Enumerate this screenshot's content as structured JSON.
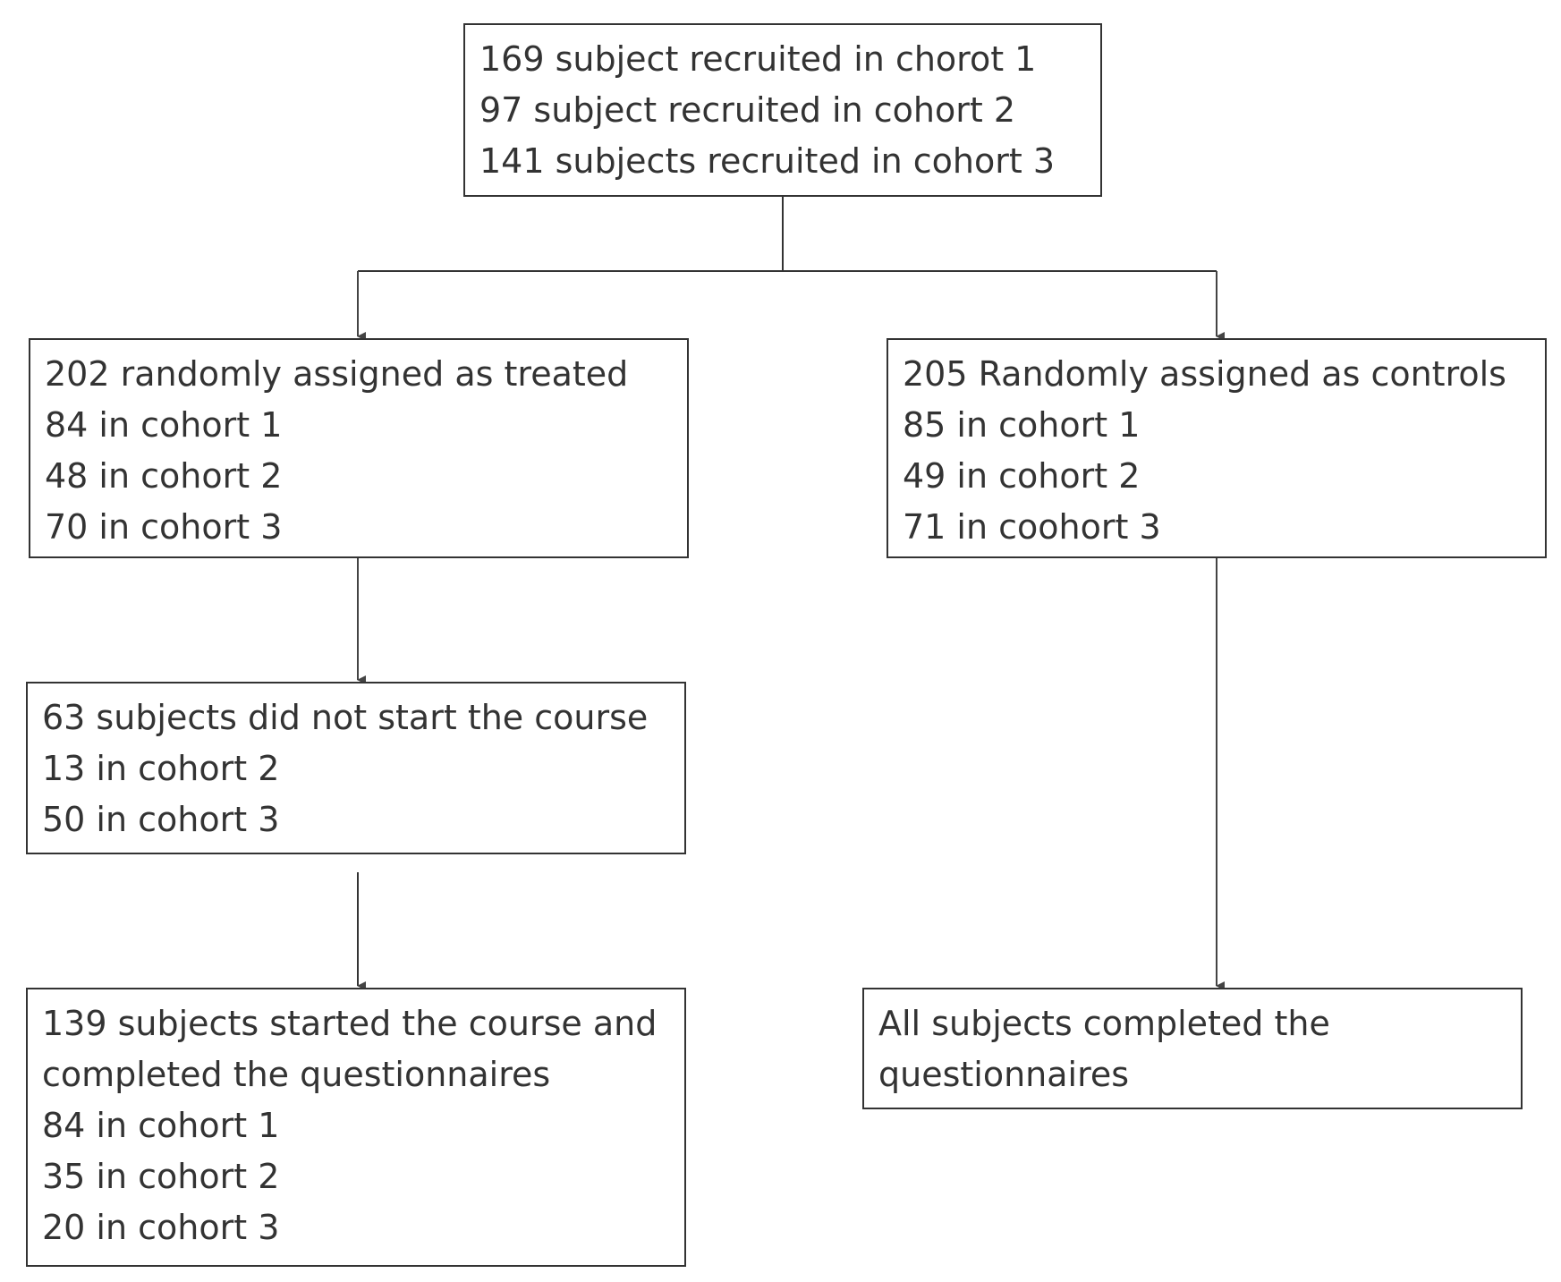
{
  "flowchart": {
    "recruited": {
      "lines": [
        "169 subject recruited in chorot 1",
        "97 subject recruited in cohort 2",
        "141 subjects recruited in cohort 3"
      ]
    },
    "treated": {
      "lines": [
        "202 randomly assigned as treated",
        "84 in cohort 1",
        "48 in cohort 2",
        "70 in cohort 3"
      ]
    },
    "controls": {
      "lines": [
        "205 Randomly assigned as controls",
        "85 in cohort 1",
        "49 in cohort 2",
        "71 in coohort 3"
      ]
    },
    "not_started": {
      "lines": [
        "63 subjects did not start the course",
        "13 in cohort 2",
        "50 in cohort 3"
      ]
    },
    "started": {
      "lines": [
        "139 subjects started the course and",
        "completed the questionnaires",
        "84 in cohort 1",
        "35 in cohort 2",
        "20 in cohort 3"
      ]
    },
    "completed": {
      "lines": [
        "All subjects completed the",
        "questionnaires"
      ]
    }
  }
}
